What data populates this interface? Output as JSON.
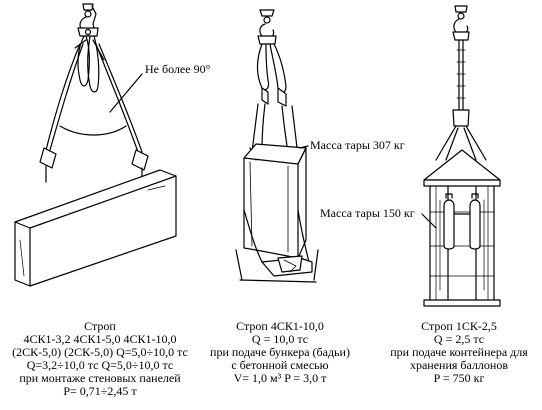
{
  "figures": [
    {
      "id": "left",
      "annotation": "Не более 90°",
      "caption_lines": [
        "Строп",
        "4СК1-3,2   4СК1-5,0   4СК1-10,0",
        "(2СК-5,0) (2СК-5,0) Q=5,0÷10,0 тс",
        "Q=3,2÷10,0 тс   Q=5,0÷10,0 тс",
        "при монтаже стеновых панелей",
        "P= 0,71÷2,45 т"
      ]
    },
    {
      "id": "middle",
      "annotation": "Масса тары 307 кг",
      "caption_lines": [
        "Строп 4СК1-10,0",
        "Q = 10,0 тс",
        "при подаче бункера (бадьи)",
        "с бетонной смесью",
        "V= 1,0 м³  P = 3,0 т"
      ]
    },
    {
      "id": "right",
      "annotation": "Масса тары 150 кг",
      "caption_lines": [
        "Строп 1СК-2,5",
        "Q = 2,5 тс",
        "при подаче контейнера для",
        "хранения баллонов",
        "P = 750 кг"
      ]
    }
  ]
}
